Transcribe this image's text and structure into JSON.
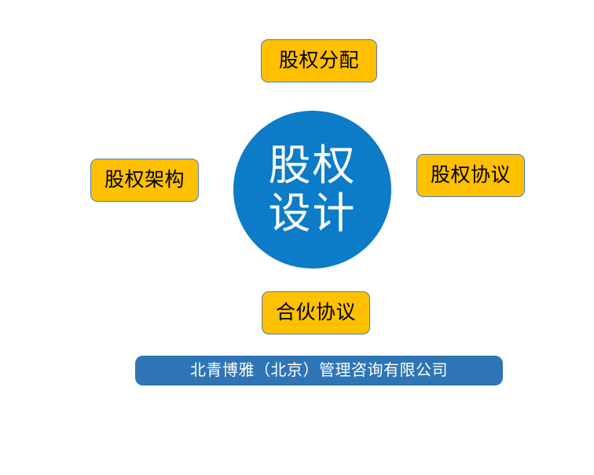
{
  "diagram": {
    "type": "hub-and-spoke",
    "background_color": "#ffffff",
    "hub": {
      "name": "equity-design-hub",
      "line1": "股权",
      "line2": "设计",
      "full_text": "股权设计",
      "fill_color": "#0c7bc8",
      "text_color": "#ffffff"
    },
    "nodes": [
      {
        "id": "equity-allocation",
        "label": "股权分配",
        "position": "top",
        "fill_color": "#ffc000",
        "border_color": "#4a7ebb",
        "text_color": "#000000"
      },
      {
        "id": "equity-structure",
        "label": "股权架构",
        "position": "left",
        "fill_color": "#ffc000",
        "border_color": "#4a7ebb",
        "text_color": "#000000"
      },
      {
        "id": "equity-agreement",
        "label": "股权协议",
        "position": "right",
        "fill_color": "#ffc000",
        "border_color": "#4a7ebb",
        "text_color": "#000000"
      },
      {
        "id": "partnership-agreement",
        "label": "合伙协议",
        "position": "bottom",
        "fill_color": "#ffc000",
        "border_color": "#4a7ebb",
        "text_color": "#000000"
      }
    ],
    "footer": {
      "name": "company-banner",
      "text": "北青博雅（北京）管理咨询有限公司",
      "fill_color": "#2e75b6",
      "text_color": "#ffffff"
    }
  }
}
